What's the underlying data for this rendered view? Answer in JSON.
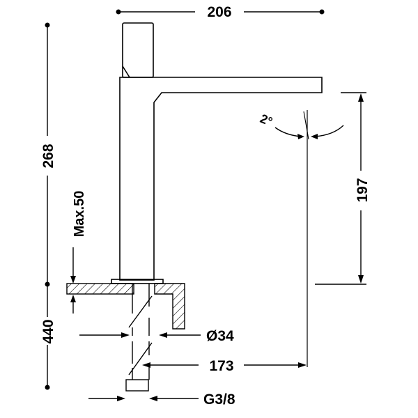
{
  "dimensions": {
    "overall_width": "206",
    "overall_height": "268",
    "spout_height": "197",
    "spout_angle": "2°",
    "max_deck_thickness": "Max.50",
    "total_height_with_hoses": "440",
    "mounting_hole_diameter": "Ø34",
    "spout_reach": "173",
    "connection_thread": "G3/8"
  },
  "colors": {
    "line": "#000000",
    "background": "#ffffff"
  }
}
